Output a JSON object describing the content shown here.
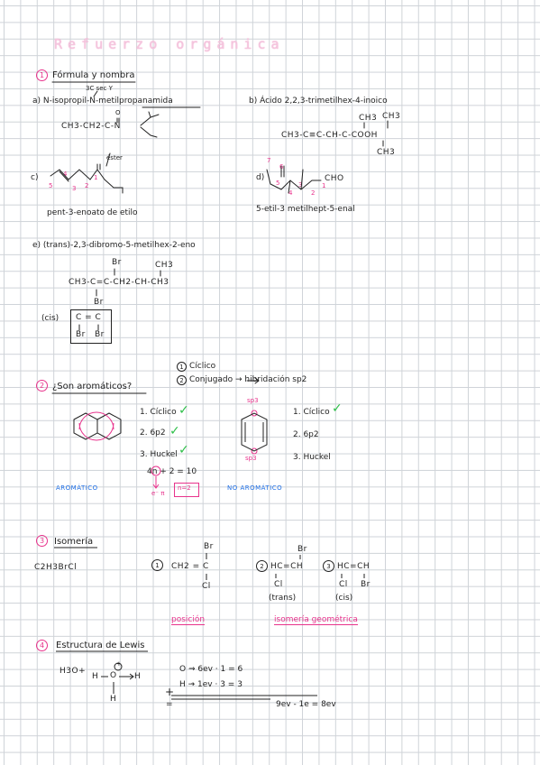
{
  "title": "Refuerzo orgánica",
  "s1": {
    "num": "1",
    "heading": "Fórmula y nombra",
    "a_note": "3C sec Y",
    "a_label": "a) N-isopropil-N-metilpropanamida",
    "a_formula": "CH3-CH2-C-N",
    "a_o": "O",
    "b_label": "b) Ácido 2,2,3-trimetilhex-4-inoico",
    "b_formula": "CH3-C≡C-CH-C-COOH",
    "b_ch3_a": "CH3",
    "b_ch3_b": "CH3",
    "b_ch3_c": "CH3",
    "c_label": "c)",
    "c_ester": "éster",
    "c_nums": [
      "5",
      "4",
      "3",
      "2",
      "1"
    ],
    "c_name": "pent-3-enoato de etilo",
    "d_label": "d)",
    "d_cho": "CHO",
    "d_nums": [
      "7",
      "6",
      "5",
      "4",
      "3",
      "2",
      "1"
    ],
    "d_name": "5-etil-3 metilhept-5-enal",
    "e_label": "e) (trans)-2,3-dibromo-5-metilhex-2-eno",
    "e_br_top": "Br",
    "e_ch3_top": "CH3",
    "e_formula": "CH3-C=C-CH2-CH-CH3",
    "e_br_bottom": "Br",
    "e_cis": "(cis)",
    "e_cis_formula": "C = C",
    "e_cis_br": [
      "Br",
      "Br"
    ]
  },
  "s2": {
    "num": "2",
    "heading": "¿Son aromáticos?",
    "crit1": "Cíclico",
    "crit2": "Conjugado → hibridación sp2",
    "crit_nums": [
      "1",
      "2"
    ],
    "left_checks": [
      "1. Cíclico",
      "2. 6p2",
      "3. Huckel"
    ],
    "right_checks": [
      "1. Cíclico",
      "2. 6p2",
      "3. Huckel"
    ],
    "check": "✓",
    "sp3_top": "sp3",
    "sp3_bottom": "sp3",
    "huckel_eq": "4n + 2 = 10",
    "n_eq": "n=2",
    "e_pi": "e⁻ π",
    "aromatic": "AROMÁTICO",
    "not_aromatic": "NO AROMÁTICO"
  },
  "s3": {
    "num": "3",
    "heading": "Isomería",
    "formula": "C2H3BrCl",
    "i1": "1",
    "i1_formula": "CH2 = C",
    "i1_br": "Br",
    "i1_cl": "Cl",
    "i2": "2",
    "i2_formula": "HC=CH",
    "i2_br": "Br",
    "i2_cl": "Cl",
    "i2_label": "(trans)",
    "i3": "3",
    "i3_formula": "HC=CH",
    "i3_cl": "Cl",
    "i3_br": "Br",
    "i3_label": "(cis)",
    "pos": "posición",
    "geo": "isomería geométrica"
  },
  "s4": {
    "num": "4",
    "heading": "Estructura de Lewis",
    "ion": "H3O+",
    "h_left": "H",
    "o": "O",
    "h_right": "H",
    "h_bottom": "H",
    "charge": "+",
    "calc1": "O → 6ev · 1 = 6",
    "calc2": "H → 1ev · 3 = 3",
    "plus": "+",
    "eq": "=",
    "result": "9ev - 1e = 8ev"
  }
}
